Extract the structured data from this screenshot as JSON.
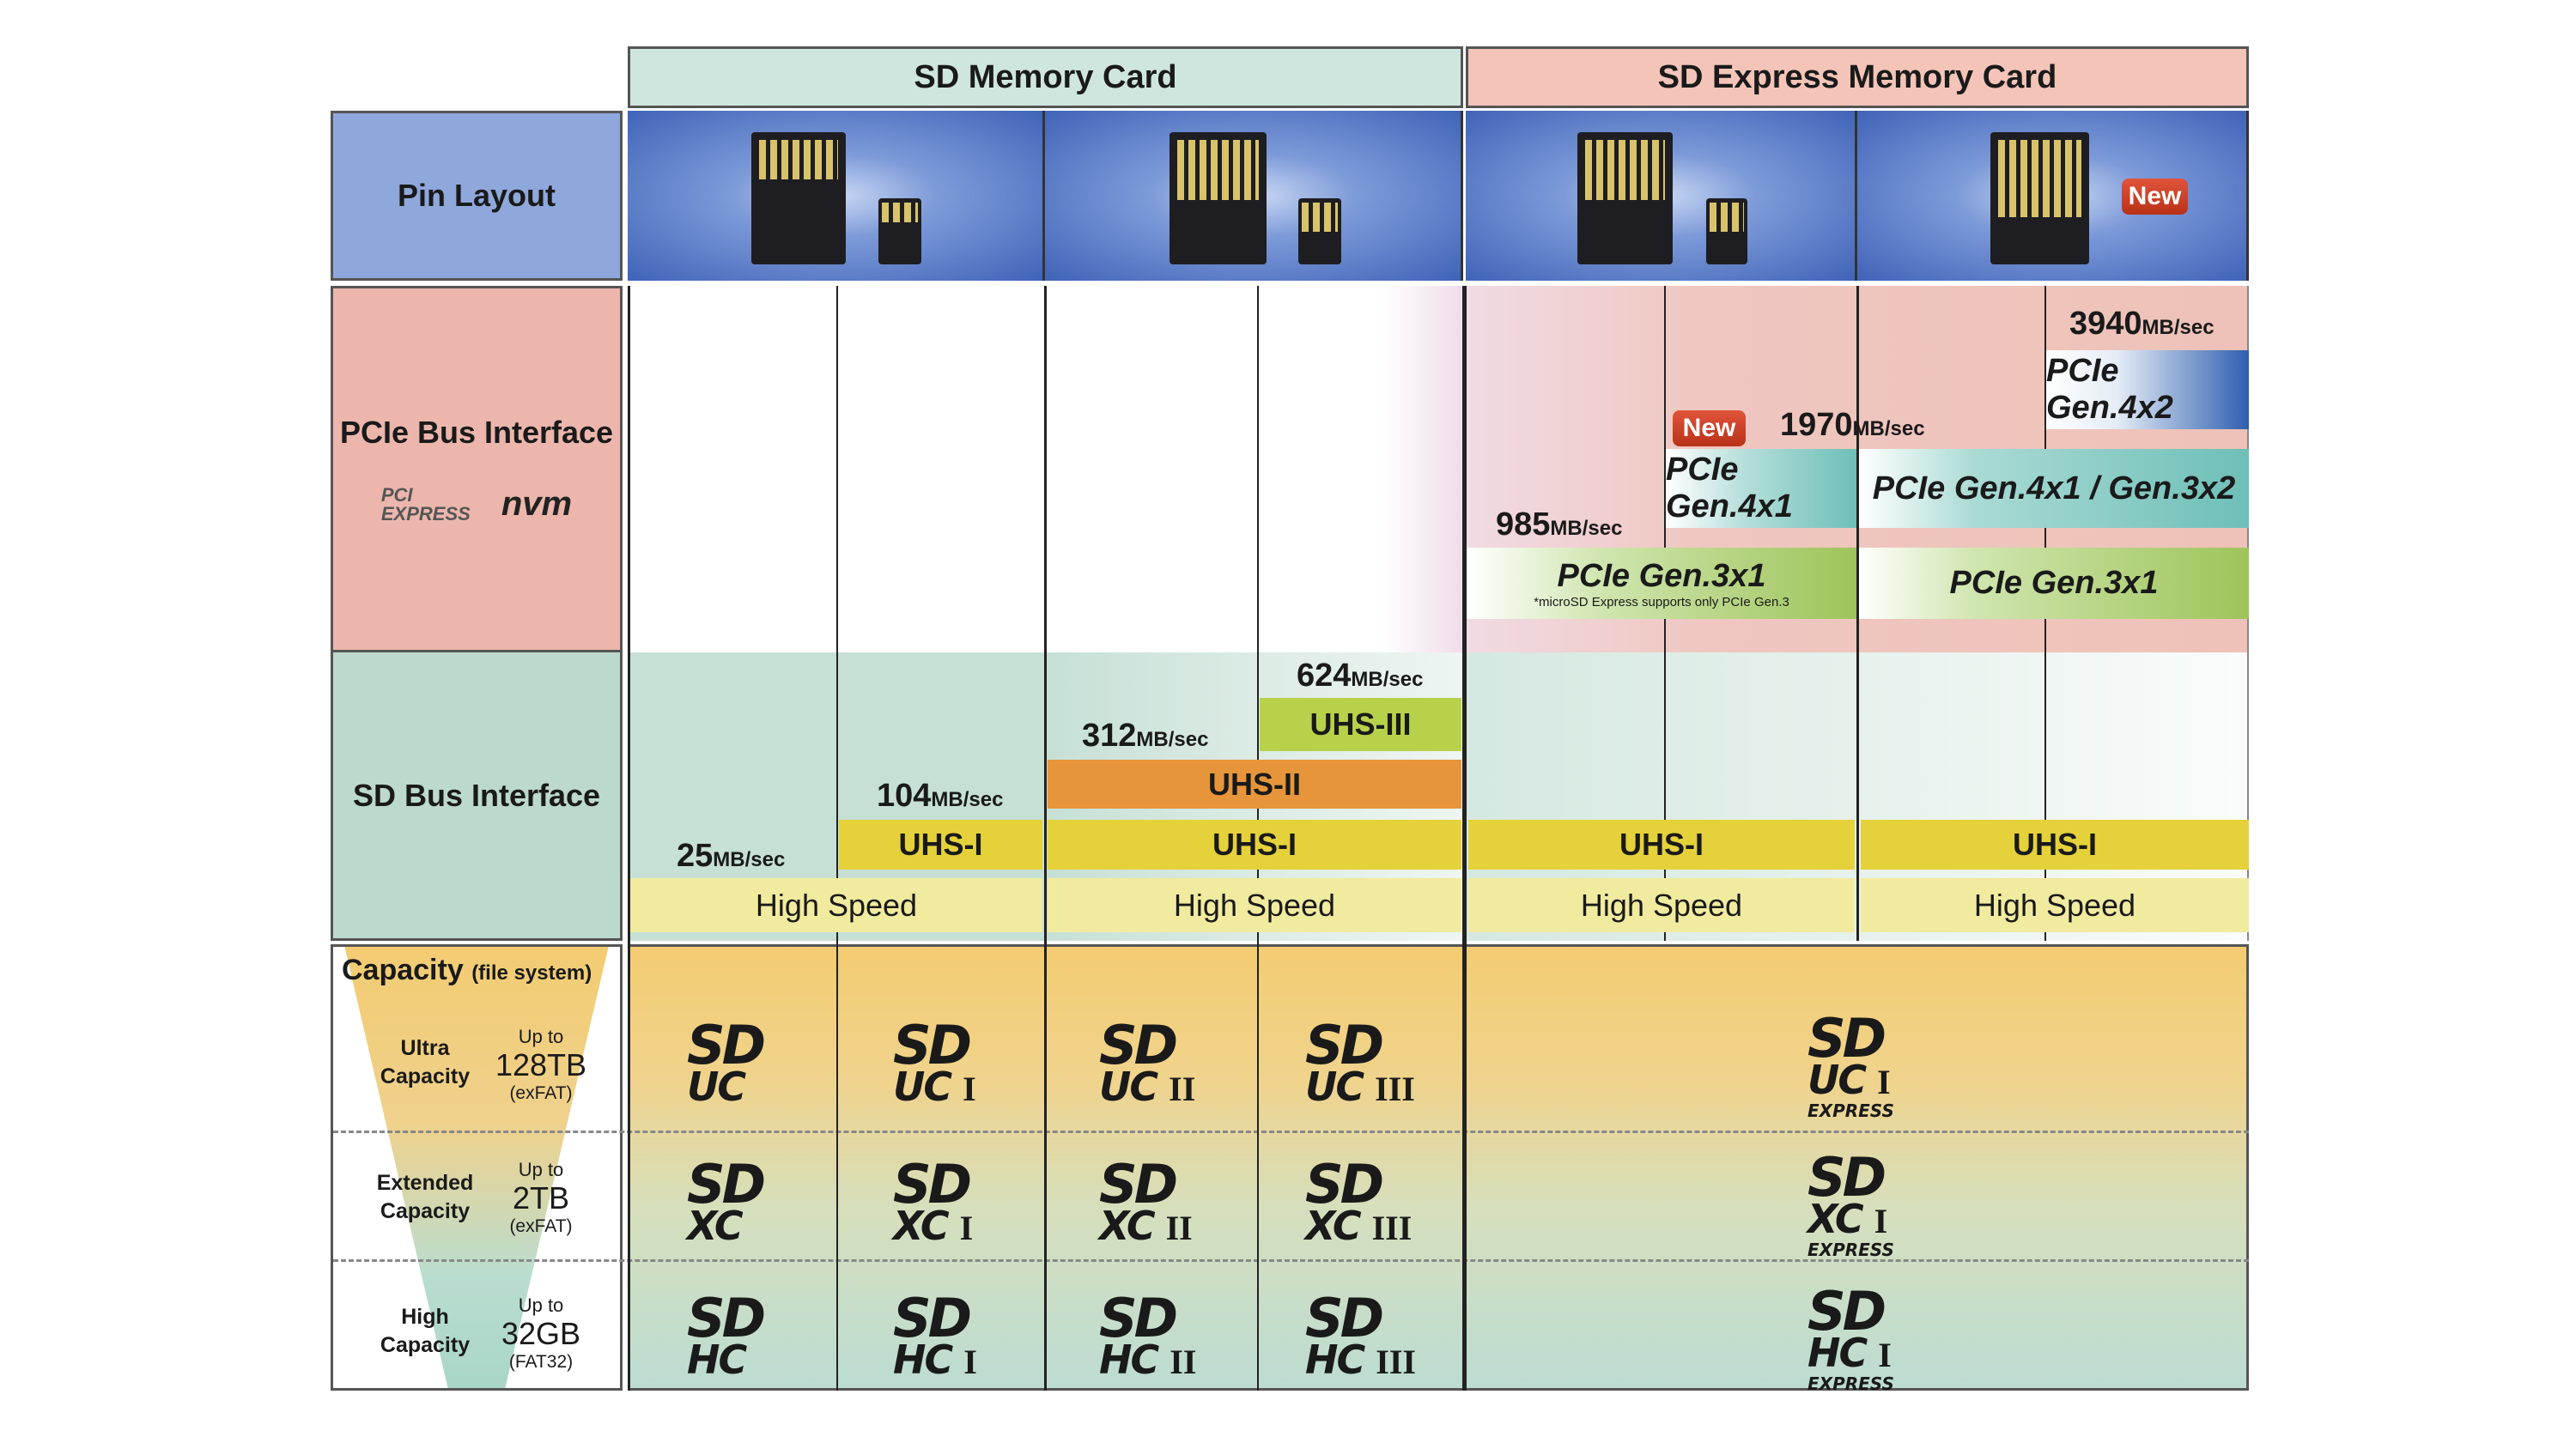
{
  "header": {
    "sd_memory_card": "SD Memory Card",
    "sd_express_memory_card": "SD Express Memory Card"
  },
  "rows": {
    "pin_layout": "Pin Layout",
    "pcie_bus_interface": "PCIe Bus Interface",
    "sd_bus_interface": "SD Bus Interface",
    "capacity": "Capacity",
    "capacity_note": "(file system)"
  },
  "pcie_logos": {
    "pci_express": "PCI EXPRESS",
    "nvme": "nvm"
  },
  "pin_badge": "New",
  "pcie": {
    "speed_3940": {
      "value": "3940",
      "unit": "MB/sec"
    },
    "speed_1970": {
      "value": "1970",
      "unit": "MB/sec"
    },
    "speed_985": {
      "value": "985",
      "unit": "MB/sec"
    },
    "gen4x2": "PCIe Gen.4x2",
    "gen4x1": "PCIe Gen.4x1",
    "gen4x1_gen3x2": "PCIe Gen.4x1 / Gen.3x2",
    "gen3x1_left": "PCIe Gen.3x1",
    "gen3x1_note": "*microSD Express supports only PCIe Gen.3",
    "gen3x1_right": "PCIe Gen.3x1",
    "new_badge": "New"
  },
  "sdbus": {
    "speed_624": {
      "value": "624",
      "unit": "MB/sec"
    },
    "speed_312": {
      "value": "312",
      "unit": "MB/sec"
    },
    "speed_104": {
      "value": "104",
      "unit": "MB/sec"
    },
    "speed_25": {
      "value": "25",
      "unit": "MB/sec"
    },
    "uhs3": "UHS-III",
    "uhs2": "UHS-II",
    "uhs1": "UHS-I",
    "high_speed": "High Speed"
  },
  "capacity": [
    {
      "name": "Ultra Capacity",
      "up_to": "Up to",
      "size": "128TB",
      "fs": "(exFAT)",
      "class": "UC"
    },
    {
      "name": "Extended Capacity",
      "up_to": "Up to",
      "size": "2TB",
      "fs": "(exFAT)",
      "class": "XC"
    },
    {
      "name": "High Capacity",
      "up_to": "Up to",
      "size": "32GB",
      "fs": "(FAT32)",
      "class": "HC"
    }
  ],
  "logos": {
    "sd": "SD",
    "numerals": [
      "",
      "I",
      "II",
      "III"
    ],
    "express": "EXPRESS"
  },
  "colors": {
    "memory_header": "#cfe6df",
    "express_header": "#f4c4b8",
    "pin_bg": "#4a6fc0",
    "pcie_label": "#ecb6ac",
    "sdbus_label": "#bcd9cd",
    "uhs3": "#b7d24a",
    "uhs2": "#e6953a",
    "uhs1": "#e5d13a",
    "high_speed": "#f1eba0",
    "pcie_gen3": "#9ec45a",
    "pcie_gen4": "#6ebfb8",
    "pcie_gen4x2": "#2f5fb0",
    "new": "#c9401f"
  }
}
